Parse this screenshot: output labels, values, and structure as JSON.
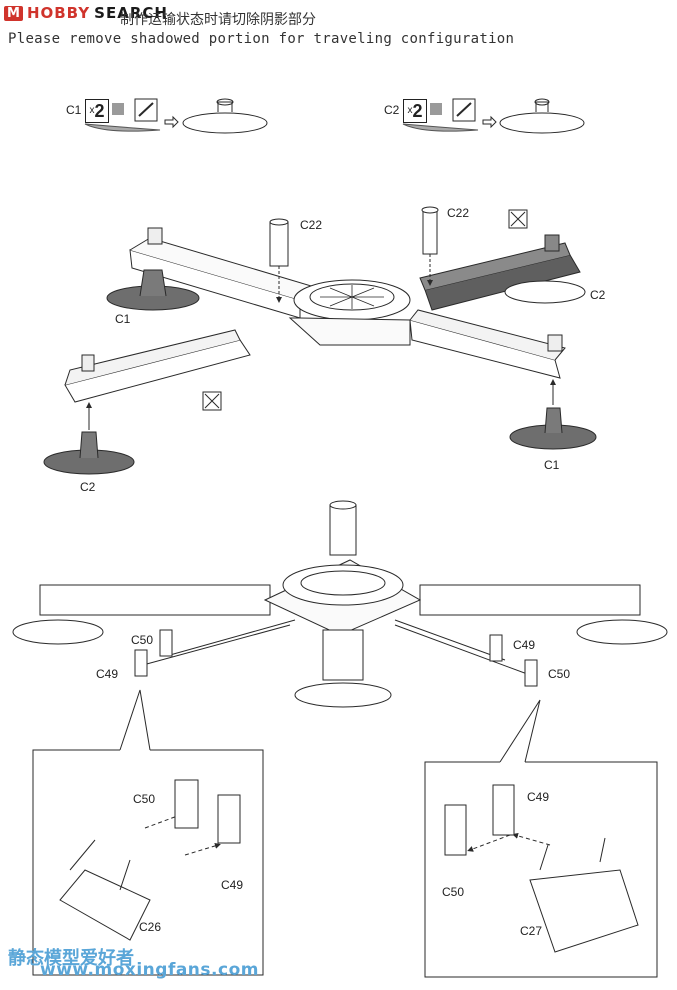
{
  "watermark": {
    "brand_box": "M",
    "brand_hobby": "HOBBY",
    "brand_search": "SEARCH",
    "site_name": "静态模型爱好者",
    "site_url": "www.moxingfans.com"
  },
  "header": {
    "chinese_instruction": "制作运输状态时请切除阴影部分",
    "english_instruction": "Please remove shadowed portion for traveling configuration"
  },
  "step_top": {
    "left_part": "C1",
    "right_part": "C2",
    "multiplier": "2",
    "multiplier_prefix": "x"
  },
  "assembly_upper": {
    "labels": [
      "C22",
      "C22",
      "C1",
      "C2",
      "C2",
      "C1"
    ]
  },
  "assembly_lower": {
    "labels": [
      "C50",
      "C49",
      "C49",
      "C50"
    ]
  },
  "detail_left": {
    "labels": [
      "C50",
      "C49",
      "C26"
    ]
  },
  "detail_right": {
    "labels": [
      "C49",
      "C50",
      "C27"
    ]
  },
  "colors": {
    "line": "#2a2a2a",
    "shaded": "#6e6e6e",
    "shaded_light": "#9a9a9a",
    "watermark_red": "#d0342c",
    "watermark_blue": "#5aa6d8"
  }
}
